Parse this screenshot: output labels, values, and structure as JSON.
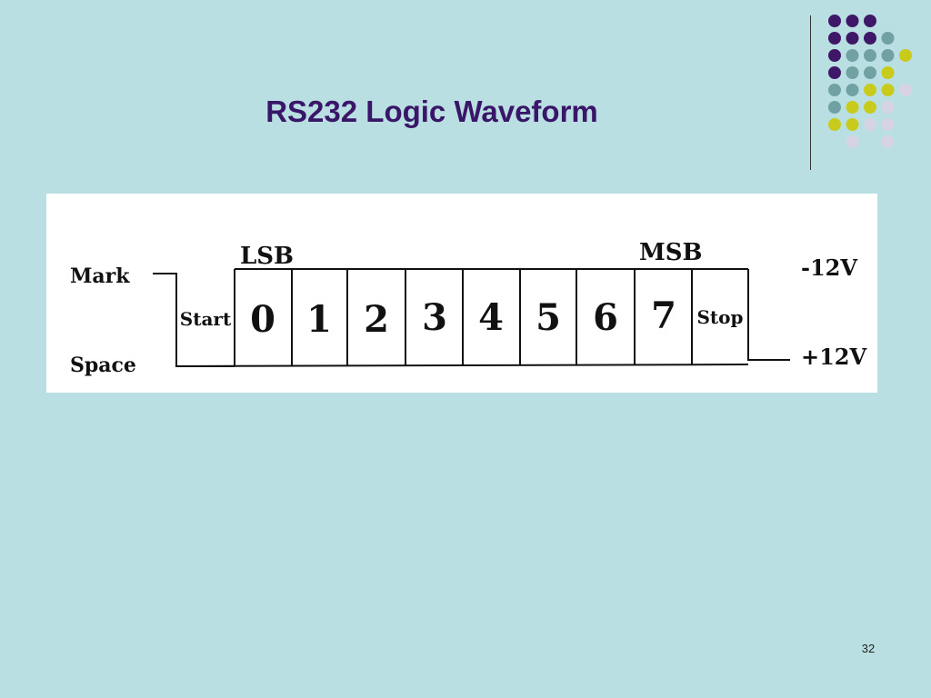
{
  "slide": {
    "title": "RS232 Logic Waveform",
    "page_number": "32"
  },
  "diagram": {
    "mark_label": "Mark",
    "space_label": "Space",
    "lsb_label": "LSB",
    "msb_label": "MSB",
    "start_label": "Start",
    "stop_label": "Stop",
    "bits": [
      "0",
      "1",
      "2",
      "3",
      "4",
      "5",
      "6",
      "7"
    ],
    "mark_voltage": "-12V",
    "space_voltage": "+12V"
  },
  "colors": {
    "background": "#b9dfe3",
    "title": "#3a1668",
    "dot_purple": "#3f1768",
    "dot_teal": "#71a1a3",
    "dot_yellow": "#c9cb1c",
    "dot_lavender": "#d6d4e4"
  }
}
